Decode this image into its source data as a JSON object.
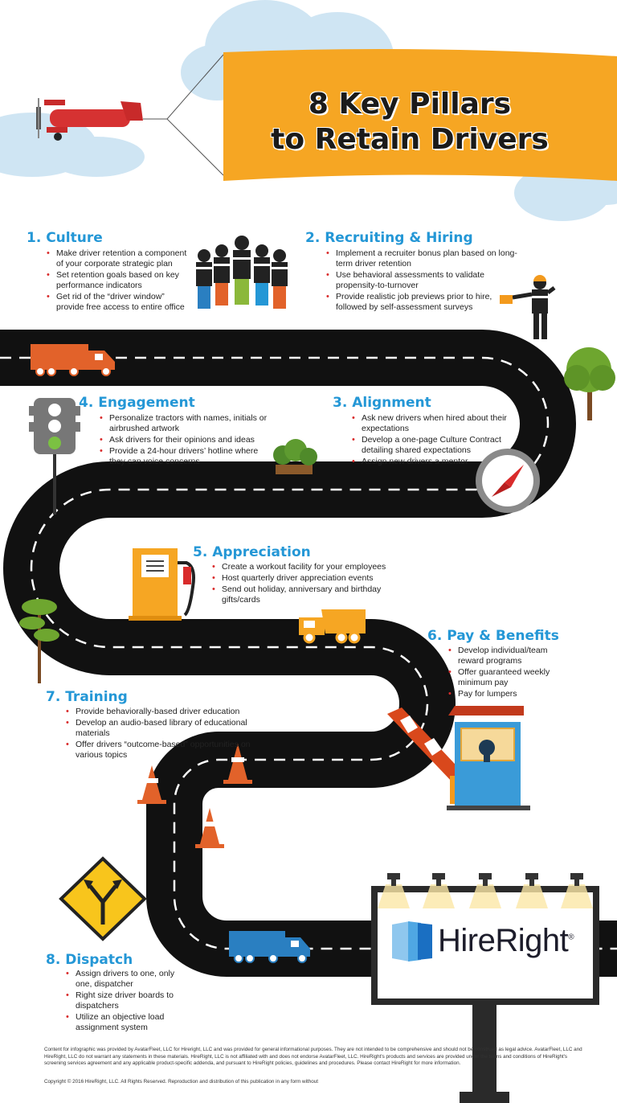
{
  "title": {
    "line1": "8 Key Pillars",
    "line2": "to Retain Drivers"
  },
  "sections": [
    {
      "title": "1. Culture",
      "items": [
        "Make driver retention a component of your corporate strategic plan",
        "Set retention goals based on key performance indicators",
        "Get rid of the “driver window” provide free access to entire office"
      ]
    },
    {
      "title": "2. Recruiting & Hiring",
      "items": [
        "Implement a recruiter bonus plan based on long-term driver retention",
        "Use behavioral assessments to validate propensity-to-turnover",
        "Provide realistic job previews prior to hire, followed by self-assessment surveys"
      ]
    },
    {
      "title": "3. Alignment",
      "items": [
        "Ask new drivers when hired about their expectations",
        "Develop a one-page Culture Contract detailing shared expectations",
        "Assign new drivers a mentor"
      ]
    },
    {
      "title": "4. Engagement",
      "items": [
        "Personalize tractors with names, initials or airbrushed artwork",
        "Ask drivers for their opinions and ideas",
        "Provide a 24-hour drivers’ hotline where they can voice concerns"
      ]
    },
    {
      "title": "5. Appreciation",
      "items": [
        "Create a workout facility for your employees",
        "Host quarterly driver appreciation events",
        "Send out holiday, anniversary and birthday gifts/cards"
      ]
    },
    {
      "title": "6. Pay & Benefits",
      "items": [
        "Develop individual/team reward programs",
        "Offer guaranteed weekly minimum pay",
        "Pay for lumpers"
      ]
    },
    {
      "title": "7. Training",
      "items": [
        "Provide behaviorally-based driver education",
        "Develop an audio-based library of educational materials",
        "Offer drivers “outcome-based” opportunities on various topics"
      ]
    },
    {
      "title": "8. Dispatch",
      "items": [
        "Assign drivers to one, only one, dispatcher",
        "Right size driver boards to dispatchers",
        "Utilize an objective load assignment system"
      ]
    }
  ],
  "logo": {
    "text": "HireRight",
    "mark": "®"
  },
  "footer": {
    "disclaimer": "Content for infographic was provided by AvatarFleet, LLC for Hireright, LLC and was provided for general informational purposes. They are not intended to be comprehensive and should not be construed as legal advice. AvatarFleet, LLC and HireRight, LLC do not warrant any statements in these materials. HireRight, LLC is not affiliated with and does not endorse AvatarFleet, LLC. HireRight's products and services are provided under the terms and conditions of HireRight's screening services agreement and any applicable product-specific addenda, and pursuant to HireRight policies, guidelines and procedures. Please contact HireRight for more information.",
    "copyright": "Copyright © 2016 HireRight, LLC. All Rights Reserved. Reproduction and distribution of this publication in any form without"
  },
  "colors": {
    "accent_blue": "#2497d6",
    "banner_orange": "#f6a623",
    "road": "#111111",
    "bullet_red": "#d92b2b",
    "truck_orange": "#e2622a",
    "truck_blue": "#2a7fc1"
  },
  "icons": [
    "cloud-icon",
    "biplane-icon",
    "banner-icon",
    "workers-icon",
    "flagger-icon",
    "truck-icon",
    "traffic-light-icon",
    "tree-icon",
    "bush-icon",
    "compass-icon",
    "gas-pump-icon",
    "dump-truck-icon",
    "toll-booth-icon",
    "traffic-cone-icon",
    "fork-sign-icon",
    "billboard-icon",
    "spotlight-icon"
  ]
}
